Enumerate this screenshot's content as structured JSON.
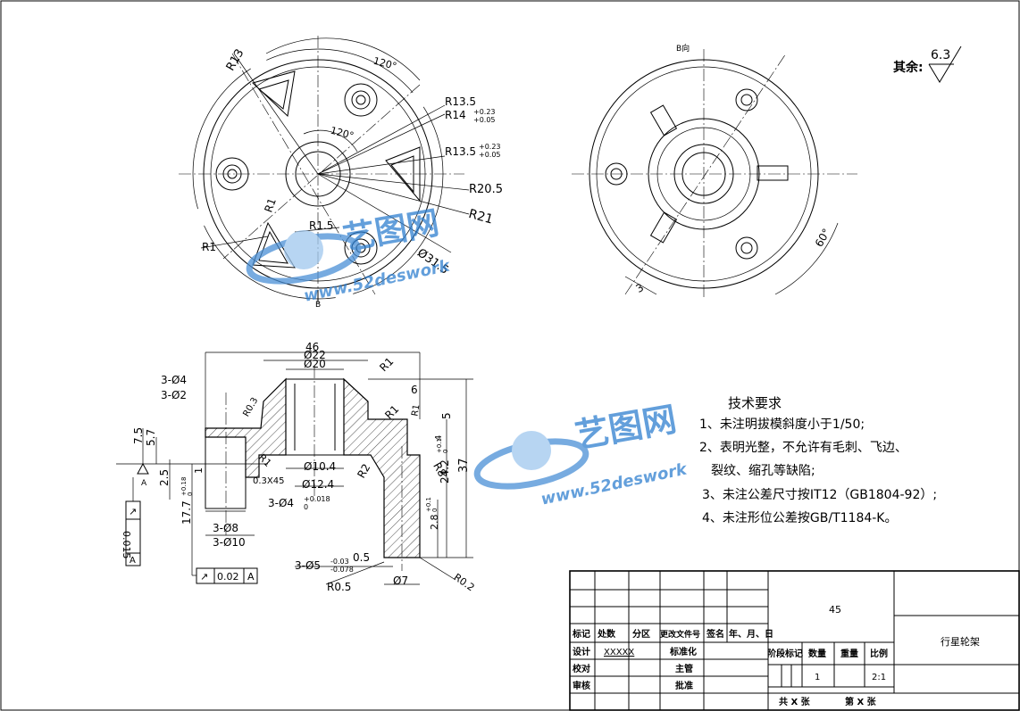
{
  "views": {
    "top": {
      "labels": {
        "b_direction": "B向",
        "b_marker": "B"
      },
      "dims": {
        "r13": "R13",
        "angle_outer": "120°",
        "angle_inner": "120°",
        "r135": "R13.5",
        "r14": "R14",
        "r14_tol_up": "+0.23",
        "r14_tol_dn": "+0.05",
        "r135b": "R13.5",
        "r135b_tol_up": "+0.23",
        "r135b_tol_dn": "+0.05",
        "r205": "R20.5",
        "r21": "R21",
        "d315": "Ø31.5",
        "r15": "R1.5",
        "r1_left": "R1",
        "r1_lower": "R1"
      }
    },
    "right": {
      "dims": {
        "angle": "60°",
        "three": "3"
      }
    },
    "section": {
      "dims": {
        "d46": "46",
        "d22": "Ø22",
        "d20": "Ø20",
        "r1_top": "R1",
        "h3d4": "3-Ø4",
        "h3d2": "3-Ø2",
        "r03": "R0.3",
        "r1_mid": "R1",
        "r1_small": "R1",
        "six": "6",
        "five": "5",
        "four": "4",
        "r8": "R8",
        "d7_5": "7.5",
        "d5_7": "5.7",
        "d2_5": "2.5",
        "one": "1",
        "r2": "R2",
        "r1_lower": "R1",
        "chamfer": "0.3X45",
        "d104": "Ø10.4",
        "d124": "Ø12.4",
        "h3d4tol": "3-Ø4",
        "h3d4tol_up": "+0.018",
        "h3d4tol_dn": "0",
        "d177": "17.7",
        "d177_up": "+0.18",
        "d177_dn": "0",
        "d242": "24.2",
        "d242_up": "+0.1",
        "d242_dn": "0",
        "d37": "37",
        "d28": "2.8",
        "d28_up": "+0.1",
        "d28_dn": "0",
        "h3d8": "3-Ø8",
        "h3d10": "3-Ø10",
        "d05": "0.5",
        "h3d5": "3-Ø5",
        "h3d5_up": "-0.03",
        "h3d5_dn": "-0.078",
        "r05": "R0.5",
        "d7": "Ø7",
        "r02": "R0.2",
        "datum_a_top": "A",
        "datum_a_bottom": "A"
      },
      "tolerance_frames": [
        {
          "symbol": "↗",
          "value": "0.02",
          "datum": "A"
        },
        {
          "symbol": "↗",
          "value": "0.015",
          "datum": "A"
        }
      ]
    }
  },
  "roughness": {
    "label": "其余:",
    "value": "6.3"
  },
  "tech_requirements": {
    "title": "技术要求",
    "items": [
      "1、未注明拔模斜度小于1/50;",
      "2、表明光整，不允许有毛刺、飞边、",
      "裂纹、缩孔等缺陷;",
      "3、未注公差尺寸按IT12（GB1804-92）;",
      "4、未注形位公差按GB/T1184-K。"
    ]
  },
  "title_block": {
    "material": "45",
    "part_name": "行星轮架",
    "row_headers": [
      "标记",
      "处数",
      "分区",
      "更改文件号",
      "签名",
      "年、月、日"
    ],
    "design": "设计",
    "designer": "XXXXX",
    "standardize": "标准化",
    "check": "校对",
    "supervisor": "主管",
    "review": "审核",
    "approve": "批准",
    "stage_mark": "阶段标记",
    "quantity": "数量",
    "weight": "重量",
    "scale": "比例",
    "quantity_value": "1",
    "scale_value": "2:1",
    "total_sheets": "共 X 张",
    "sheet_no": "第 X 张"
  },
  "watermark": {
    "brand": "艺图网",
    "url": "www.52deswork"
  }
}
